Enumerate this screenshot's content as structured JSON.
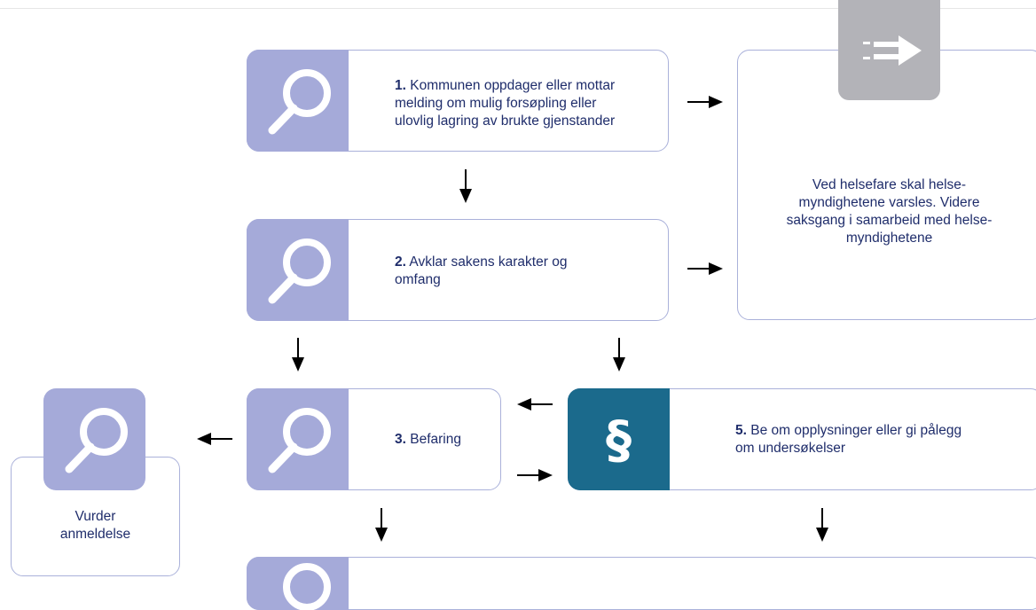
{
  "steps": {
    "step1": {
      "number": "1.",
      "lines": [
        "Kommunen oppdager eller mottar",
        "melding om mulig forsøpling eller",
        "ulovlig lagring av brukte gjenstander"
      ]
    },
    "step2": {
      "number": "2.",
      "lines": [
        "Avklar sakens karakter og",
        "omfang"
      ]
    },
    "step3": {
      "number": "3.",
      "lines": [
        "Befaring"
      ]
    },
    "step5": {
      "number": "5.",
      "lines": [
        "Be om opplysninger eller gi pålegg",
        "om undersøkelser"
      ]
    }
  },
  "health_box": {
    "lines": [
      "Ved helsefare skal helse-",
      "myndighetene varsles. Videre",
      "saksgang i samarbeid med helse-",
      "myndighetene"
    ]
  },
  "report_box": {
    "lines": [
      "Vurder",
      "anmeldelse"
    ]
  },
  "icons": {
    "magnifier": "magnifier-icon",
    "paragraph": "§",
    "forward": "forward-arrow-icon"
  },
  "colors": {
    "icon_lavender": "#a5aad9",
    "paragraph_teal": "#1b6a8c",
    "tab_gray": "#b3b3b8",
    "text_navy": "#1f2d6b",
    "border": "#aab1da"
  }
}
